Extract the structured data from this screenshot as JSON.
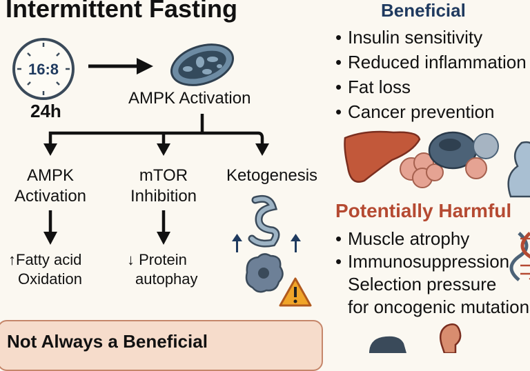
{
  "title": "Intermittent Fasting",
  "clock": {
    "label": "16:8",
    "duration": "24h",
    "icon": "clock-icon"
  },
  "center": {
    "label": "AMPK Activation",
    "icon": "mitochondrion-icon"
  },
  "branches": [
    {
      "label_1": "AMPK",
      "label_2": "Activation",
      "effect_arrow": "↑",
      "effect_1": "Fatty acid",
      "effect_2": "Oxidation"
    },
    {
      "label_1": "mTOR",
      "label_2": "Inhibition",
      "effect_arrow": "↓",
      "effect_1": "Protein",
      "effect_2": "autophay"
    },
    {
      "label_1": "Ketogenesis",
      "icons": [
        "intestine-icon",
        "cell-icon",
        "warning-icon"
      ]
    }
  ],
  "bottom_box": {
    "text": "Not Always a Beneficial"
  },
  "beneficial": {
    "heading": "Beneficial",
    "items": [
      "Insulin sensitivity",
      "Reduced inflammation",
      "Fat loss",
      "Cancer prevention"
    ]
  },
  "harmful": {
    "heading": "Potentially Harmful",
    "items": [
      "Muscle atrophy",
      "Immunosuppression"
    ],
    "continuation_1": "Selection pressure",
    "continuation_2": "for oncogenic mutations"
  },
  "colors": {
    "background": "#fbf8f1",
    "beneficial": "#1f3a5f",
    "harmful": "#b54a32",
    "box": "#f6dccb"
  }
}
